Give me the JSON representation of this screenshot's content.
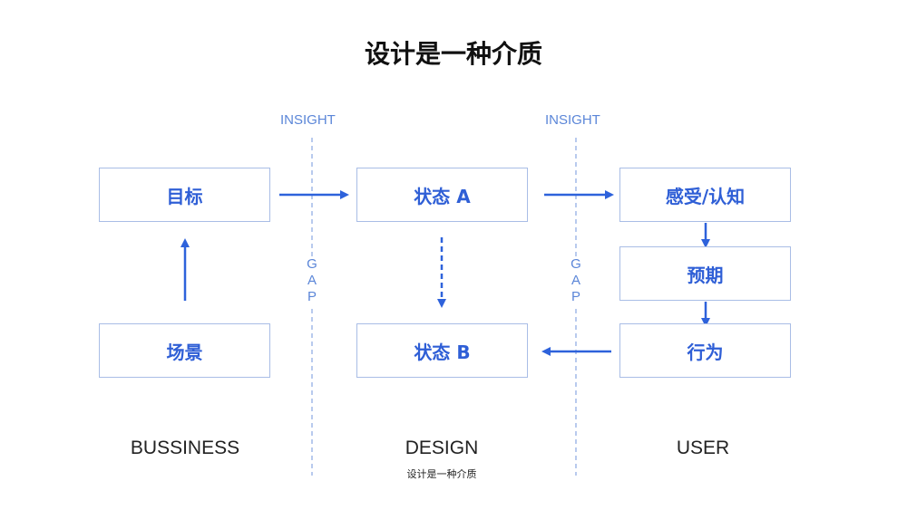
{
  "title": "设计是一种介质",
  "insight_labels": [
    "INSIGHT",
    "INSIGHT"
  ],
  "gap_labels": [
    "GAP",
    "GAP"
  ],
  "boxes": {
    "goal": "目标",
    "scene": "场景",
    "state_a": "状态 A",
    "state_b": "状态 B",
    "perception": "感受/认知",
    "expectation": "预期",
    "behavior": "行为"
  },
  "sections": {
    "business": "BUSSINESS",
    "design": "DESIGN",
    "user": "USER"
  },
  "subcaption": "设计是一种介质",
  "colors": {
    "accent": "#2f5fd6",
    "arrow": "#2e62db",
    "box_border": "#a9bde6",
    "label": "#5b86d8"
  }
}
